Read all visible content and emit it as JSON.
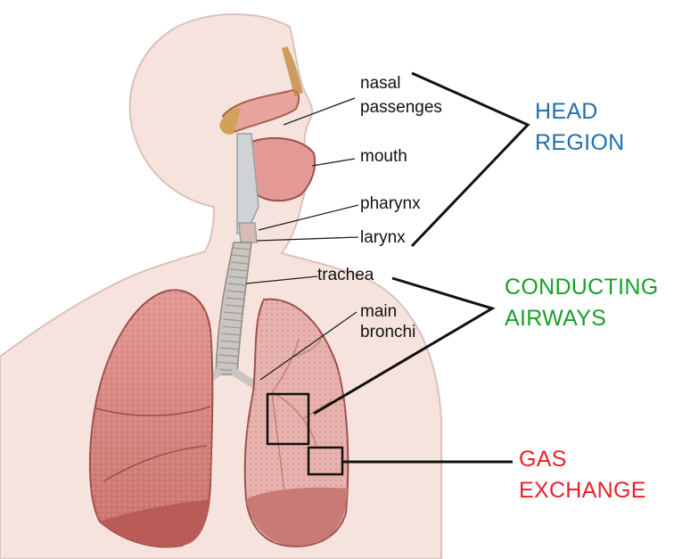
{
  "labels": {
    "nasal_line1": "nasal",
    "nasal_line2": "passenges",
    "mouth": "mouth",
    "pharynx": "pharynx",
    "larynx": "larynx",
    "trachea": "trachea",
    "bronchi_line1": "main",
    "bronchi_line2": "bronchi"
  },
  "groups": {
    "head": {
      "line1": "HEAD",
      "line2": "REGION",
      "color": "#1f6fb2"
    },
    "conducting": {
      "line1": "CONDUCTING",
      "line2": "AIRWAYS",
      "color": "#18a028"
    },
    "gas": {
      "line1": "GAS",
      "line2": "EXCHANGE",
      "color": "#e8222a"
    }
  },
  "colors": {
    "skin": "#f6e3de",
    "skin_outline": "#d9c2bb",
    "lung": "#d98a86",
    "lung_dark": "#b65f5c",
    "trachea": "#c9c5c2"
  }
}
